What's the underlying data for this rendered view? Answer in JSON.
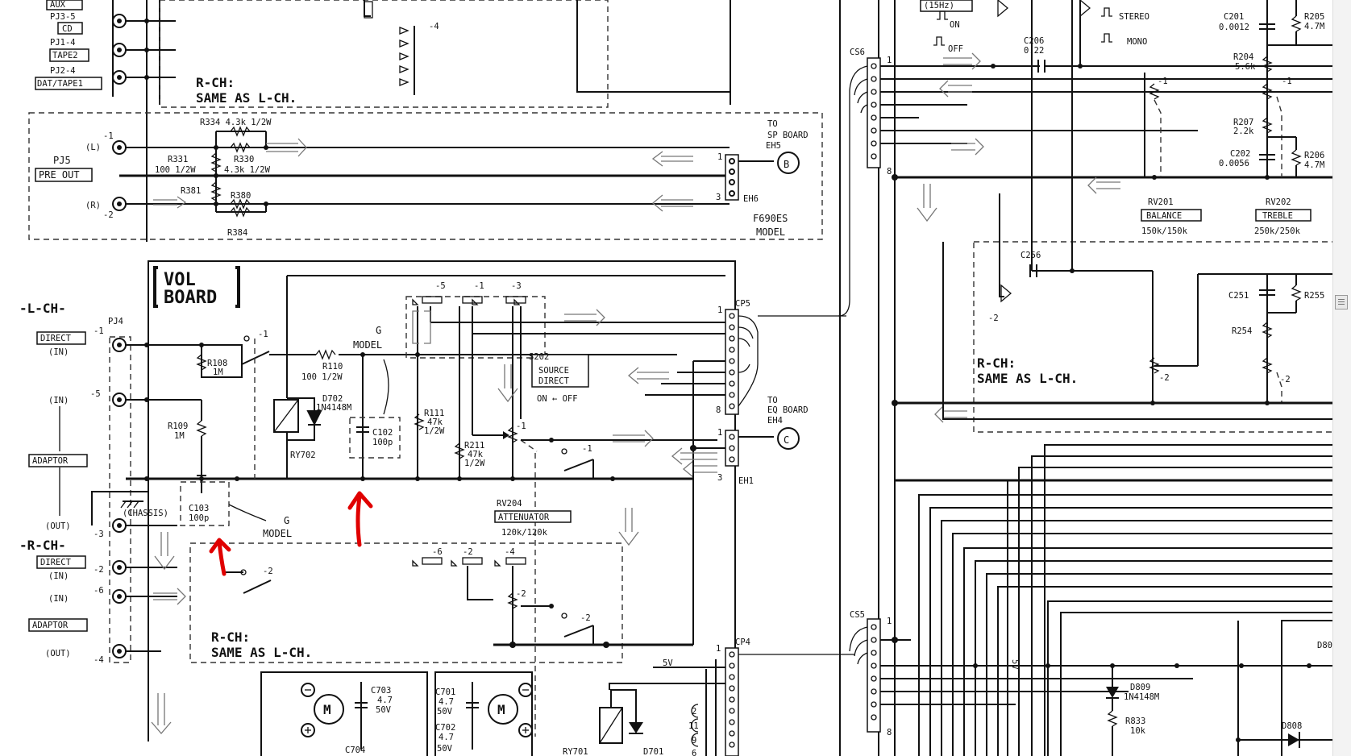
{
  "schematic": {
    "top_inputs": [
      "AUX",
      "PJ3-5",
      "CD",
      "PJ1-4",
      "TAPE2",
      "PJ2-4",
      "DAT/TAPE1"
    ],
    "rch_same": "R-CH:",
    "rch_same2": "SAME AS L-CH.",
    "pre_out": {
      "jack": "PJ5",
      "label": "PRE OUT",
      "l": "(L)",
      "r": "(R)",
      "pin1": "-1",
      "pin2": "-2"
    },
    "resistors_pre": {
      "r334": "R334 4.3k 1/2W",
      "r331": "R331",
      "r331v": "100 1/2W",
      "r330": "R330",
      "r330v": "4.3k 1/2W",
      "r381": "R381",
      "r380": "R380",
      "r384": "R384"
    },
    "to_sp": [
      "TO",
      "SP BOARD",
      "EH5",
      "EH6"
    ],
    "f690es": [
      "F690ES",
      "MODEL"
    ],
    "vol_board": [
      "VOL",
      "BOARD"
    ],
    "lch_title": "-L-CH-",
    "rch_title": "-R-CH-",
    "pj4": "PJ4",
    "direct": "DIRECT",
    "adaptor": "ADAPTOR",
    "in": "(IN)",
    "out": "(OUT)",
    "chassis": "(CHASSIS)",
    "pins": [
      "-1",
      "-5",
      "-3",
      "-2",
      "-6",
      "-4"
    ],
    "r108": [
      "R108",
      "1M"
    ],
    "r109": [
      "R109",
      "1M"
    ],
    "c103": [
      "C103",
      "100p"
    ],
    "g_model": [
      "G",
      "MODEL"
    ],
    "r110": [
      "R110",
      "100 1/2W"
    ],
    "d702": [
      "D702",
      "1N4148M"
    ],
    "ry702": "RY702",
    "c102": [
      "C102",
      "100p"
    ],
    "r111": [
      "R111",
      "47k",
      "1/2W"
    ],
    "r211": [
      "R211",
      "47k",
      "1/2W"
    ],
    "s202": [
      "S202",
      "SOURCE",
      "DIRECT",
      "ON ← OFF"
    ],
    "rv204": [
      "RV204",
      "ATTENUATOR",
      "120k/120k"
    ],
    "led_pins_top": [
      "-5",
      "-1",
      "-3"
    ],
    "led_pins_bot": [
      "-6",
      "-2",
      "-4"
    ],
    "cp5": "CP5",
    "cp4": "CP4",
    "to_eq": [
      "TO",
      "EQ BOARD",
      "EH4",
      "EH1"
    ],
    "connectors": [
      "B",
      "C"
    ],
    "motor_section": {
      "c703": [
        "C703",
        "4.7",
        "50V"
      ],
      "c704": "C704",
      "c701": [
        "C701",
        "4.7",
        "50V"
      ],
      "c702": [
        "C702",
        "4.7",
        "50V"
      ],
      "motor": "M",
      "ry701": "RY701",
      "d701": "D701",
      "v5": "5V"
    },
    "cs6": "CS6",
    "cs5": "CS5",
    "tone": {
      "hz": "(15Hz)",
      "on": "ON",
      "off": "OFF",
      "stereo": "STEREO",
      "mono": "MONO",
      "c206": [
        "C206",
        "0.22"
      ],
      "c201": [
        "C201",
        "0.0012"
      ],
      "r205": [
        "R205",
        "4.7M"
      ],
      "r204": [
        "R204",
        "5.6k"
      ],
      "r207": [
        "R207",
        "2.2k"
      ],
      "c202": [
        "C202",
        "0.0056"
      ],
      "r206": [
        "R206",
        "4.7M"
      ],
      "rv201": [
        "RV201",
        "BALANCE",
        "150k/150k"
      ],
      "rv202": [
        "RV202",
        "TREBLE",
        "250k/250k"
      ],
      "c256": "C256",
      "c251": "C251",
      "r255": "R255",
      "r254": "R254",
      "d809": [
        "D809",
        "1N4148M"
      ],
      "r833": [
        "R833",
        "10k"
      ],
      "d808": "D808",
      "d80": "D80",
      "v5b": "5V"
    },
    "misc_pins": [
      "-1",
      "-2",
      "-4",
      "1",
      "3",
      "8",
      "2",
      "11",
      "9",
      "6"
    ]
  }
}
